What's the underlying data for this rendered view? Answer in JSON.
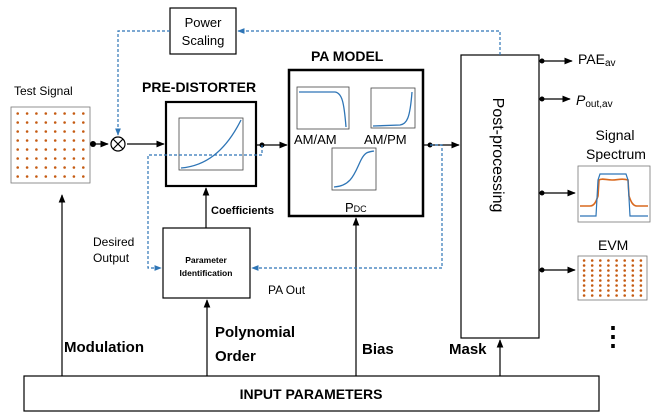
{
  "labels": {
    "power_scaling_1": "Power",
    "power_scaling_2": "Scaling",
    "pa_model": "PA MODEL",
    "pre_distorter": "PRE-DISTORTER",
    "test_signal": "Test Signal",
    "am_am": "AM/AM",
    "am_pm": "AM/PM",
    "p_dc_main": "P",
    "p_dc_sub": "DC",
    "coefficients": "Coefficients",
    "desired_output_1": "Desired",
    "desired_output_2": "Output",
    "param_id_1": "Parameter",
    "param_id_2": "Identification",
    "pa_out": "PA Out",
    "post_processing": "Post-processing",
    "pae_main": "PAE",
    "pae_sub": "av",
    "pout_main": "P",
    "pout_sub": "out,av",
    "signal_spectrum_1": "Signal",
    "signal_spectrum_2": "Spectrum",
    "evm": "EVM",
    "ellipsis": "⋮",
    "modulation": "Modulation",
    "polynomial_order_1": "Polynomial",
    "polynomial_order_2": "Order",
    "bias": "Bias",
    "mask": "Mask",
    "input_parameters": "INPUT PARAMETERS"
  },
  "colors": {
    "dashed_line": "#2e75b6",
    "curve": "#2e75b6",
    "constellation": "#c55a11",
    "spectrum_orange": "#d9691f"
  }
}
